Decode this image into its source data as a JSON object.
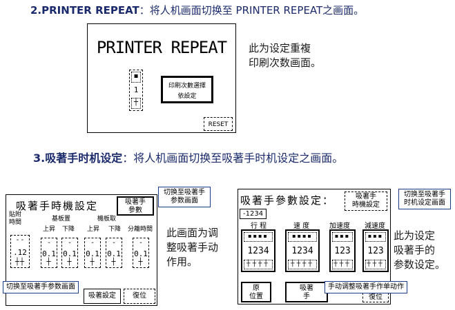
{
  "section2": {
    "heading_bold": "2.PRINTER REPEAT",
    "heading_text": "：将人机画面切换至 PRINTER REPEAT之画面。",
    "screen_title": "PRINTER REPEAT",
    "counter_value": "1",
    "counter_top": "▪",
    "counter_bottom": "┼",
    "select_button": "印刷次數選擇",
    "select_button_line2": "依設定",
    "reset_button": "RESET",
    "side_text_line1": "此为设定重複",
    "side_text_line2": "印刷次数画面。"
  },
  "section3": {
    "heading_bold": "3.吸著手时机设定",
    "heading_text": "：将人机画面切换至吸著手时机设定之画面。"
  },
  "left_screen": {
    "title": "吸著手時機設定",
    "param_button_line1": "吸著手",
    "param_button_line2": "參數",
    "col_header_1_line1": "貼附",
    "col_header_1_line2": "時間",
    "group_header_1": "基板置",
    "group_header_2": "機板取",
    "col_header_6": "分離時間",
    "sub_up_1": "上昇",
    "sub_down_1": "下降",
    "sub_up_2": "上昇",
    "sub_down_2": "下降",
    "values": [
      ".12",
      "0.1",
      "0.1",
      "0.1",
      "0.1",
      "0.1"
    ],
    "bottom_btn_1": "吸著設定",
    "bottom_btn_2": "復位",
    "callout_top": "切换至吸著手参数画面",
    "callout_bottom": "切换至吸著手参数画面"
  },
  "left_side_text": {
    "line1": "此画面为调",
    "line2": "整吸著手动",
    "line3": "作用。"
  },
  "right_screen": {
    "title": "吸著手參數設定：",
    "timing_button_line1": "吸著手",
    "timing_button_line2": "時機設定",
    "value_readout": "-1234",
    "col_1": "行 程",
    "col_2": "速 度",
    "col_3": "加速度",
    "col_4": "減速度",
    "values": [
      "1234",
      "1234",
      "123",
      "123"
    ],
    "orig_button_line1": "原",
    "orig_button_line2": "位置",
    "suction_button_line1": "吸著",
    "suction_button_line2": "手",
    "reset_button": "復位",
    "callout_top": "切换至吸著手时机设定画面",
    "callout_bottom": "手动调整吸著手作单动作"
  },
  "right_side_text": {
    "line1": "此为设定",
    "line2": "吸著手的",
    "line3": "参数设定。"
  },
  "colors": {
    "heading_navy": "#1a2a6c",
    "callout_border": "#1a3b8a"
  }
}
